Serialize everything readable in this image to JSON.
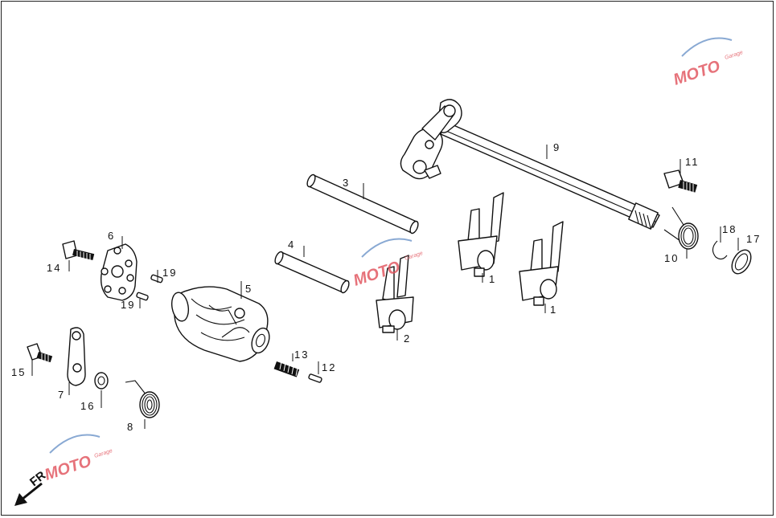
{
  "diagram": {
    "labels": {
      "p1a": "1",
      "p1b": "1",
      "p2": "2",
      "p3": "3",
      "p4": "4",
      "p5": "5",
      "p6": "6",
      "p7": "7",
      "p8": "8",
      "p9": "9",
      "p10": "10",
      "p11": "11",
      "p12": "12",
      "p13": "13",
      "p14": "14",
      "p15": "15",
      "p16": "16",
      "p17": "17",
      "p18": "18",
      "p19a": "19",
      "p19b": "19"
    },
    "direction_label": "FR",
    "watermark": {
      "brand": "MOTO",
      "tagline": "Garage"
    },
    "colors": {
      "line": "#111111",
      "watermark": "#e0505a",
      "watermark_swoosh": "#3b6fb6"
    }
  }
}
